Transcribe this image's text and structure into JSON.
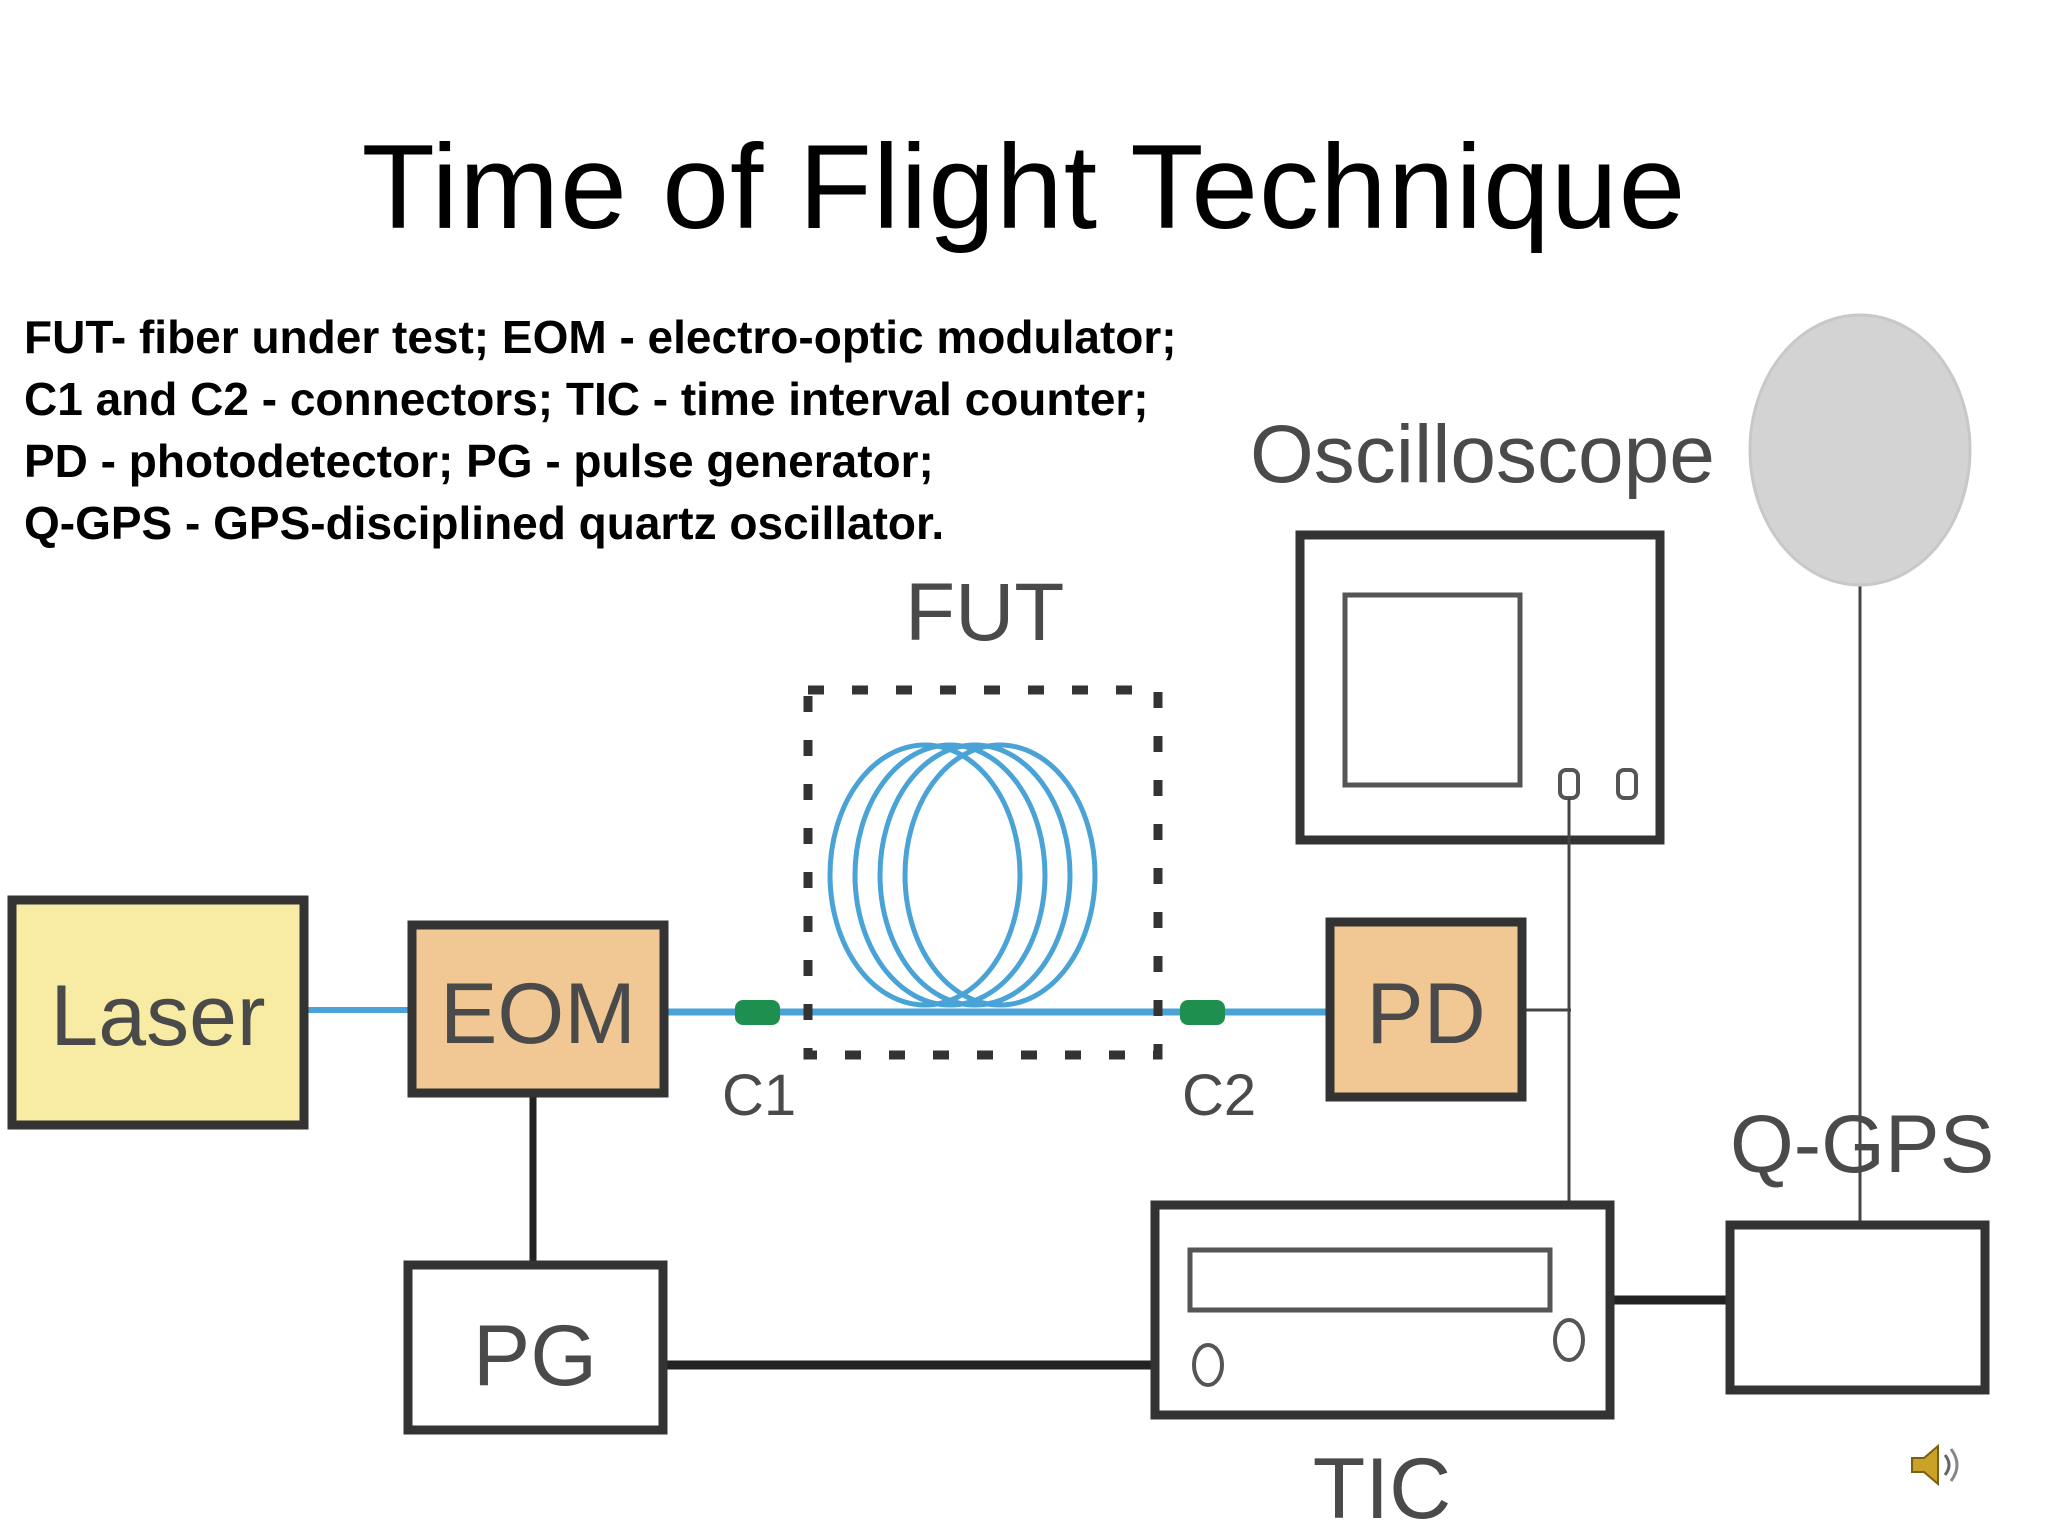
{
  "slide": {
    "title": "Time of Flight Technique",
    "legend": [
      "FUT-  fiber under test; EOM - electro-optic modulator;",
      "C1 and C2 - connectors; TIC - time interval counter;",
      "PD - photodetector;  PG - pulse generator;",
      "Q-GPS - GPS-disciplined quartz oscillator."
    ]
  },
  "diagram": {
    "labels": {
      "laser": "Laser",
      "eom": "EOM",
      "pd": "PD",
      "pg": "PG",
      "tic": "TIC",
      "qgps": "Q-GPS",
      "fut": "FUT",
      "oscilloscope": "Oscilloscope",
      "c1": "C1",
      "c2": "C2"
    },
    "colors": {
      "laser_fill": "#f8eba3",
      "eom_fill": "#f1c894",
      "pd_fill": "#f1c894",
      "fiber": "#4aa3d6",
      "connector": "#1e8f4e",
      "gps_antenna": "#d3d3d3",
      "box_stroke": "#333333"
    }
  },
  "audio": {
    "icon": "speaker-icon"
  }
}
